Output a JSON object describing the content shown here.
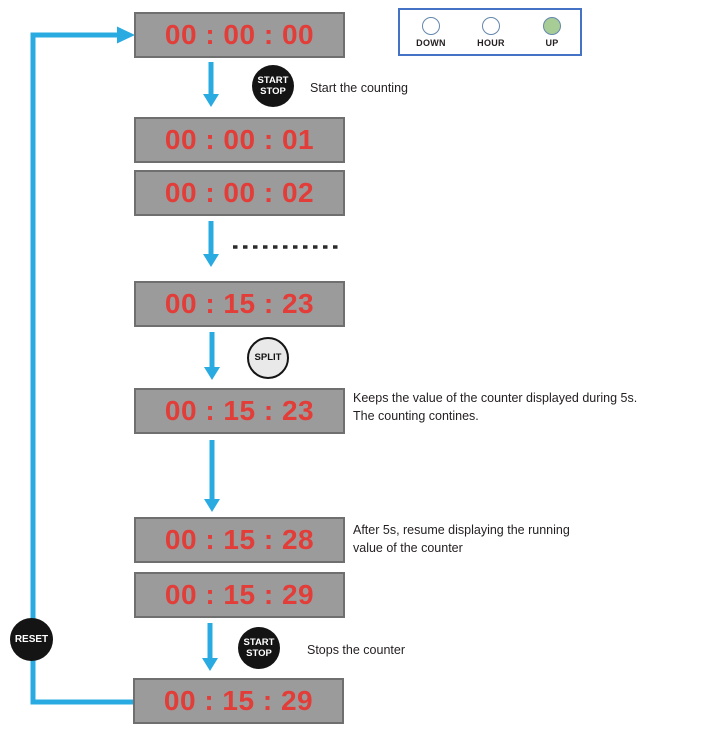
{
  "legend": {
    "items": [
      {
        "label": "DOWN",
        "filled": false
      },
      {
        "label": "HOUR",
        "filled": false
      },
      {
        "label": "UP",
        "filled": true
      }
    ]
  },
  "displays": [
    {
      "value": "00 : 00 : 00"
    },
    {
      "value": "00 : 00 : 01"
    },
    {
      "value": "00 : 00 : 02"
    },
    {
      "value": "00 : 15 : 23"
    },
    {
      "value": "00 : 15 : 23"
    },
    {
      "value": "00 : 15 : 28"
    },
    {
      "value": "00 : 15 : 29"
    },
    {
      "value": "00 : 15 : 29"
    }
  ],
  "buttons": {
    "start_stop": {
      "line1": "START",
      "line2": "STOP"
    },
    "split": {
      "label": "SPLIT"
    },
    "reset": {
      "label": "RESET"
    }
  },
  "annotations": {
    "start": "Start the counting",
    "split_hold": "Keeps the value of the counter displayed during 5s.\nThe counting contines.",
    "resume": "After 5s, resume displaying the running\nvalue of the counter",
    "stop": "Stops the counter"
  },
  "colors": {
    "digit_red": "#e23d38",
    "display_gray": "#9b9b9b",
    "arrow_blue": "#29abe2",
    "legend_border_blue": "#4472c4",
    "up_on_green": "#a8cc96",
    "button_black": "#141414"
  }
}
